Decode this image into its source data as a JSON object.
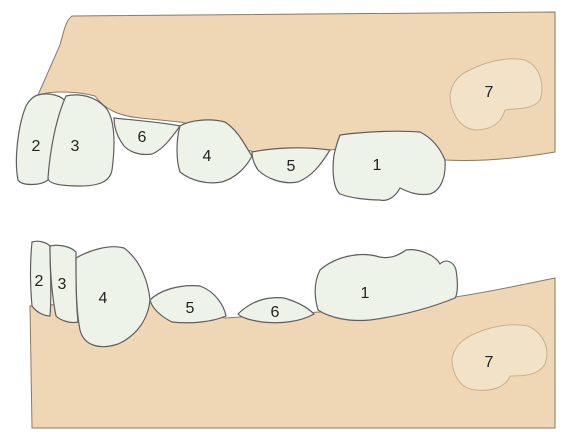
{
  "colors": {
    "gum": "#efd6b4",
    "gum_outline": "#8a7a66",
    "tooth": "#eef3e9",
    "tooth_outline": "#5e5e5e",
    "bud": "#f2e2c8"
  },
  "upper_jaw": {
    "labels": {
      "t1": "1",
      "t2": "2",
      "t3": "3",
      "t4": "4",
      "t5": "5",
      "t6": "6",
      "t7": "7"
    }
  },
  "lower_jaw": {
    "labels": {
      "t1": "1",
      "t2": "2",
      "t3": "3",
      "t4": "4",
      "t5": "5",
      "t6": "6",
      "t7": "7"
    }
  }
}
